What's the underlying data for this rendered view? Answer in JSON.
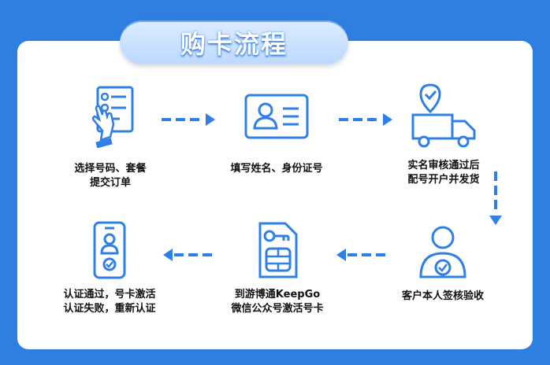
{
  "title": "购卡流程",
  "steps": [
    {
      "icon": "checklist-tap-icon",
      "lines": [
        "选择号码、套餐",
        "提交订单"
      ]
    },
    {
      "icon": "id-card-icon",
      "lines": [
        "填写姓名、身份证号"
      ]
    },
    {
      "icon": "delivery-truck-icon",
      "lines": [
        "实名审核通过后",
        "配号开户并发货"
      ]
    },
    {
      "icon": "user-verified-icon",
      "lines": [
        "客户本人签核验收"
      ]
    },
    {
      "icon": "sim-card-key-icon",
      "lines": [
        "到游博通KeepGo",
        "微信公众号激活号卡"
      ]
    },
    {
      "icon": "phone-verified-icon",
      "lines": [
        "认证通过，号卡激活",
        "认证失败，重新认证"
      ]
    }
  ],
  "colors": {
    "background": "#2f7fe0",
    "accent": "#2e7fe6",
    "icon_stroke": "#2e7fe6"
  }
}
